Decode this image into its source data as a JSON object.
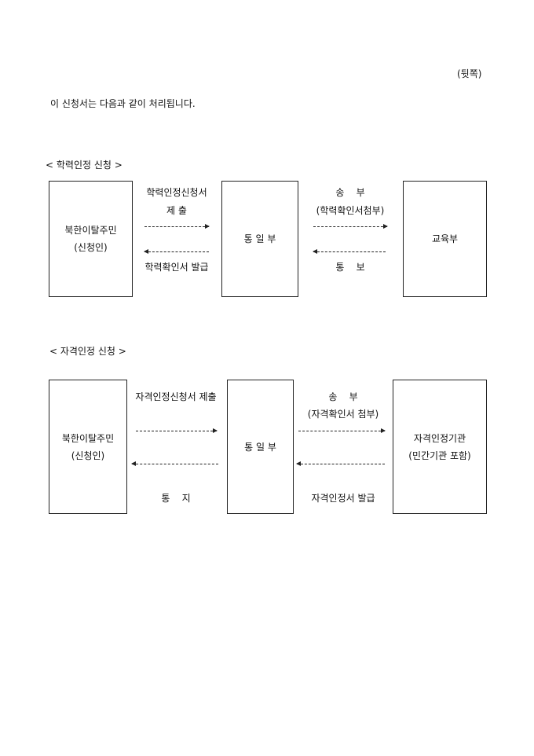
{
  "header": {
    "page_side": "(뒷쪽)",
    "intro": "이 신청서는 다음과 같이 처리됩니다."
  },
  "academic": {
    "title": "< 학력인정 신청 >",
    "applicant": {
      "line1": "북한이탈주민",
      "line2": "(신청인)"
    },
    "ministry": "통 일 부",
    "target": {
      "line1": "교육부"
    },
    "left_top_1": "학력인정신청서",
    "left_top_2": "제 출",
    "left_bottom": "학력확인서 발급",
    "right_top_1": "송    부",
    "right_top_2": "(학력확인서첨부)",
    "right_bottom": "통    보"
  },
  "qualification": {
    "title": "< 자격인정 신청 >",
    "applicant": {
      "line1": "북한이탈주민",
      "line2": "(신청인)"
    },
    "ministry": "통 일 부",
    "target": {
      "line1": "자격인정기관",
      "line2": "(민간기관 포함)"
    },
    "left_top": "자격인정신청서 제출",
    "left_bottom": "통    지",
    "right_top_1": "송    부",
    "right_top_2": "(자격확인서 첨부)",
    "right_bottom": "자격인정서 발급"
  }
}
